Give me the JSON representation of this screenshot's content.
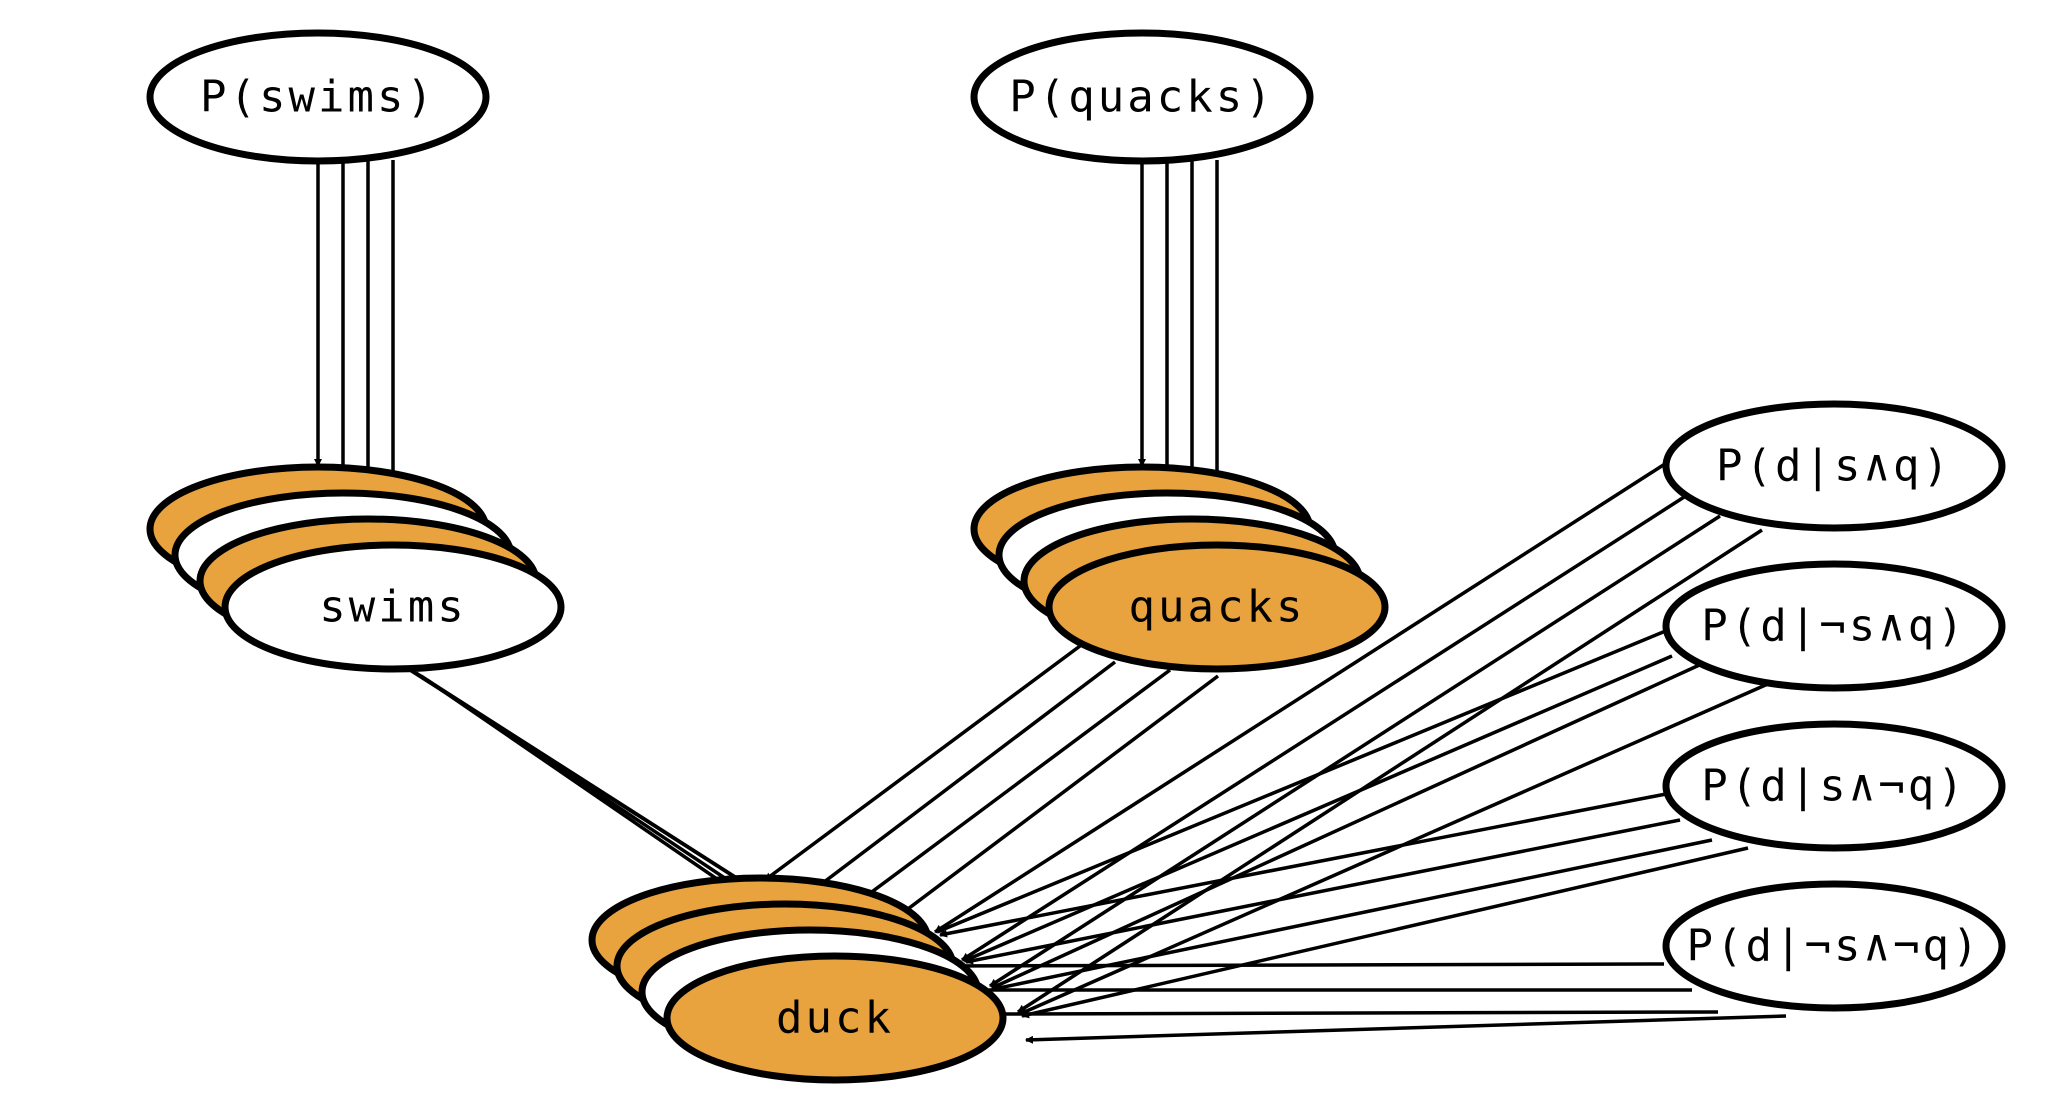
{
  "diagram": {
    "colors": {
      "observed": "#e8a23e",
      "latent": "#ffffff",
      "stroke": "#000000"
    },
    "nodes": {
      "p_swims": {
        "label": "P(swims)"
      },
      "p_quacks": {
        "label": "P(quacks)"
      },
      "swims": {
        "label": "swims",
        "plate_fills": [
          "observed",
          "latent",
          "observed",
          "latent"
        ]
      },
      "quacks": {
        "label": "quacks",
        "plate_fills": [
          "observed",
          "latent",
          "observed",
          "observed"
        ]
      },
      "duck": {
        "label": "duck",
        "plate_fills": [
          "observed",
          "observed",
          "latent",
          "observed"
        ]
      },
      "p_d_s_q": {
        "label": "P(d|s∧q)"
      },
      "p_d_ns_q": {
        "label": "P(d|¬s∧q)"
      },
      "p_d_s_nq": {
        "label": "P(d|s∧¬q)"
      },
      "p_d_ns_nq": {
        "label": "P(d|¬s∧¬q)"
      }
    }
  }
}
